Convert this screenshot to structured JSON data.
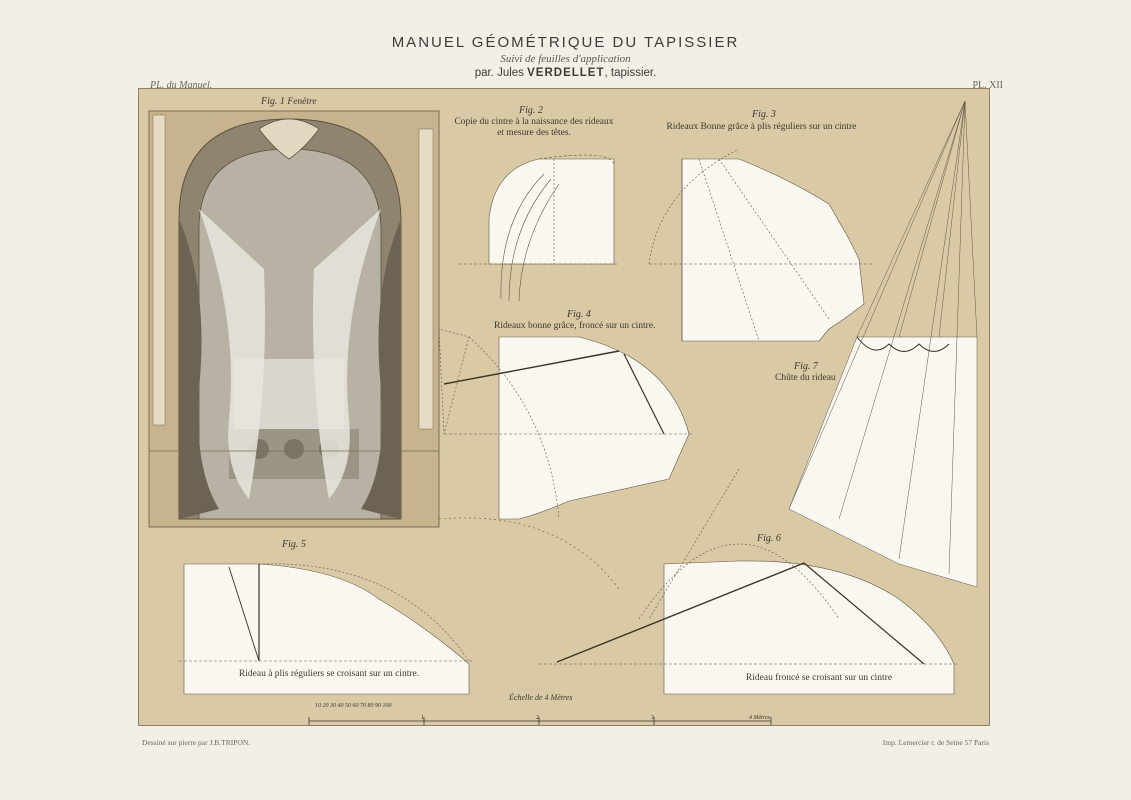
{
  "header": {
    "title": "MANUEL GÉOMÉTRIQUE DU TAPISSIER",
    "subtitle": "Suivi de feuilles d'application",
    "author_prefix": "par.",
    "author_first": "Jules",
    "author_last": "VERDELLET",
    "author_suffix": ", tapissier."
  },
  "corners": {
    "left": "PL. du Manuel.",
    "right": "PL. XII"
  },
  "figures": {
    "fig1": {
      "label": "Fig. 1",
      "caption": "Fenêtre"
    },
    "fig2": {
      "label": "Fig. 2",
      "caption_line1": "Copie du cintre à la naissance des rideaux",
      "caption_line2": "et mesure des têtes."
    },
    "fig3": {
      "label": "Fig. 3",
      "caption": "Rideaux Bonne grâce à plis réguliers sur un cintre"
    },
    "fig4": {
      "label": "Fig. 4",
      "caption": "Rideaux bonne grâce, froncé sur un cintre."
    },
    "fig5": {
      "label": "Fig. 5",
      "caption": "Rideau à plis réguliers se croisant sur un cintre."
    },
    "fig6": {
      "label": "Fig. 6",
      "caption": "Rideau froncé se croisant sur un cintre"
    },
    "fig7": {
      "label": "Fig. 7",
      "caption": "Chûte du rideau"
    }
  },
  "scale": {
    "label": "Échelle de 4 Mètres",
    "ticks": [
      "10",
      "20",
      "30",
      "40",
      "50",
      "60",
      "70",
      "80",
      "90",
      "100"
    ],
    "marks": [
      "1",
      "2",
      "3"
    ],
    "end": "4 Mètres"
  },
  "footer": {
    "left": "Dessiné sur pierre par J.B.TRIPON.",
    "right": "Imp. Lemercier r. de Seine 57 Paris"
  },
  "colors": {
    "page": "#f3efe7",
    "plate": "#d9caa5",
    "paper_panel": "#faf7f0",
    "ink": "#3c3832"
  }
}
